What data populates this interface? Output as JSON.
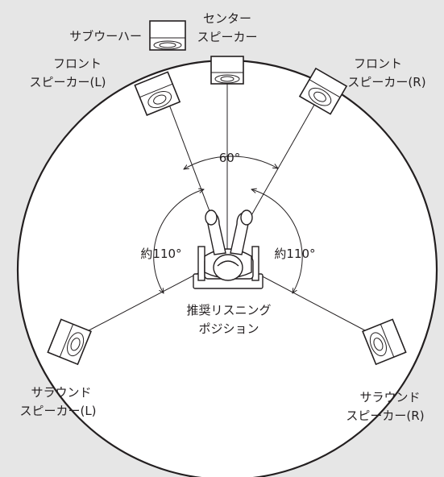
{
  "speakers": {
    "subwoofer": "サブウーハー",
    "center": [
      "センター",
      "スピーカー"
    ],
    "front_left": [
      "フロント",
      "スピーカー(L)"
    ],
    "front_right": [
      "フロント",
      "スピーカー(R)"
    ],
    "surround_left": [
      "サラウンド",
      "スピーカー(L)"
    ],
    "surround_right": [
      "サラウンド",
      "スピーカー(R)"
    ]
  },
  "angles": {
    "front": "60°",
    "surround_left": "約110°",
    "surround_right": "約110°"
  },
  "listening_position": [
    "推奨リスニング",
    "ポジション"
  ]
}
